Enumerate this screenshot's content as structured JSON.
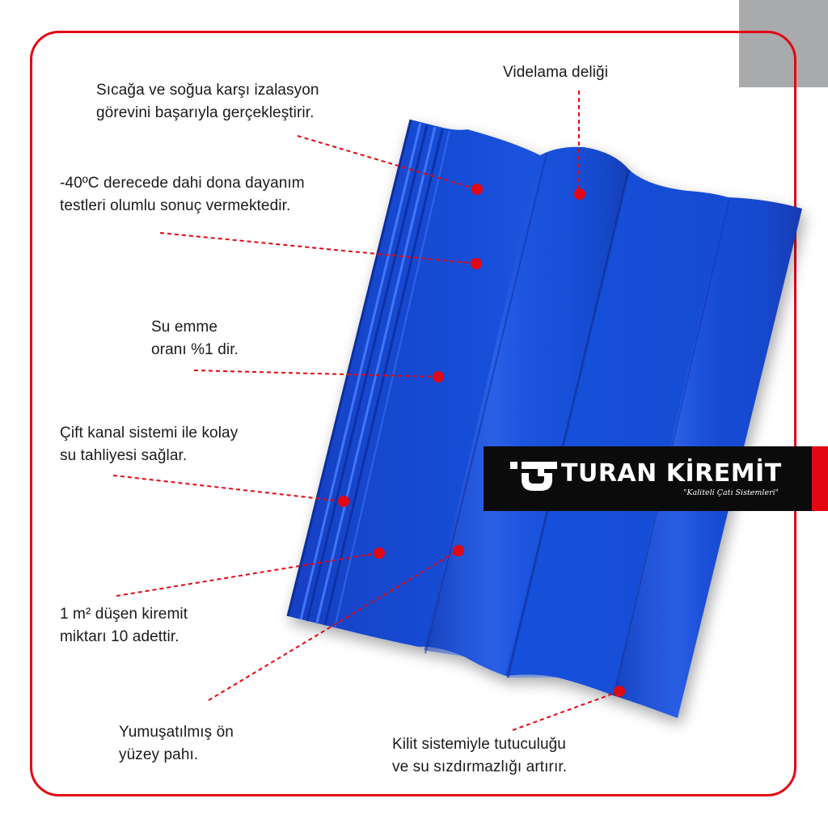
{
  "colors": {
    "frame": "#e30613",
    "tile_blue": "#1a4fd6",
    "corner_gray": "#a9aaac",
    "callout_red": "#e30613"
  },
  "brand": {
    "name": "TURAN KİREMİT",
    "slogan": "\"Kaliteli Çatı Sistemleri\""
  },
  "callouts": [
    {
      "id": "videlama",
      "lines": [
        "Videlama deliği"
      ]
    },
    {
      "id": "insulation",
      "lines": [
        "Sıcağa ve soğua karşı izalasyon",
        "görevini başarıyla gerçekleştirir."
      ]
    },
    {
      "id": "frost",
      "lines": [
        "-40ºC derecede dahi dona dayanım",
        "testleri olumlu sonuç vermektedir."
      ]
    },
    {
      "id": "water-absorption",
      "lines": [
        "Su emme",
        "oranı %1 dir."
      ]
    },
    {
      "id": "double-channel",
      "lines": [
        "Çift kanal sistemi ile kolay",
        "su tahliyesi sağlar."
      ]
    },
    {
      "id": "quantity",
      "lines": [
        "1 m² düşen kiremit",
        "miktarı 10 adettir."
      ]
    },
    {
      "id": "chamfer",
      "lines": [
        "Yumuşatılmış ön",
        "yüzey pahı."
      ]
    },
    {
      "id": "lock-system",
      "lines": [
        "Kilit sistemiyle tutuculuğu",
        "ve su sızdırmazlığı artırır."
      ]
    }
  ]
}
